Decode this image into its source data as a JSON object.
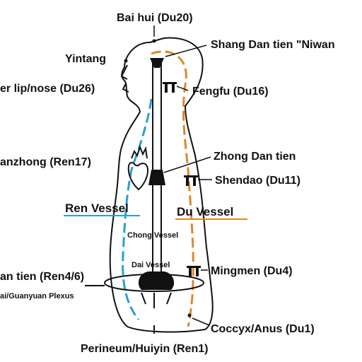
{
  "labels": {
    "bai_hui": "Bai hui (Du20)",
    "yintang": "Yintang",
    "shang_dan_tien": "Shang Dan tien \"Niwan",
    "upper_lip": "er lip/nose (Du26)",
    "fengfu": "Fengfu (Du16)",
    "shanzhong": "anzhong (Ren17)",
    "zhong_dan_tien": "Zhong Dan tien",
    "shendao": "Shendao (Du11)",
    "ren_vessel": "Ren Vessel",
    "du_vessel": "Du Vessel",
    "chong_vessel": "Chong Vessel",
    "dai_vessel": "Dai Vessel",
    "xia_dan_tien": "an tien (Ren4/6)",
    "guanyuan_plexus": "ai/Guanyuan Plexus",
    "mingmen": "Mingmen (Du4)",
    "coccyx": "Coccyx/Anus (Du1)",
    "perineum": "Perineum/Huiyin (Ren1)"
  },
  "colors": {
    "outline": "#111111",
    "ren_line": "#2a9fd6",
    "du_line": "#e0862a",
    "background": "#ffffff"
  }
}
